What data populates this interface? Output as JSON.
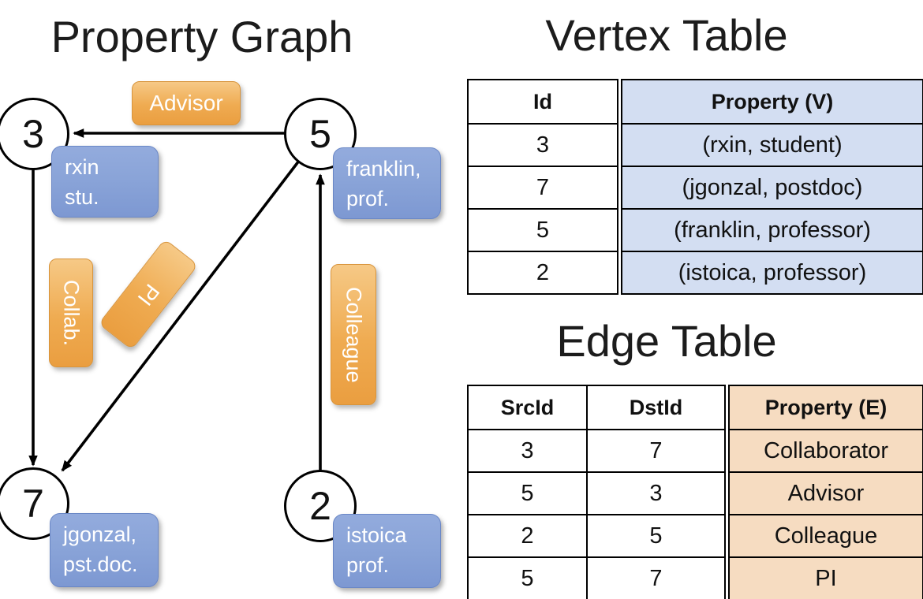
{
  "graph": {
    "title": "Property Graph",
    "nodes": [
      {
        "id": "3",
        "line1": "rxin",
        "line2": "stu."
      },
      {
        "id": "5",
        "line1": "franklin,",
        "line2": "prof."
      },
      {
        "id": "7",
        "line1": "jgonzal,",
        "line2": "pst.doc."
      },
      {
        "id": "2",
        "line1": "istoica",
        "line2": "prof."
      }
    ],
    "edge_labels": {
      "advisor": "Advisor",
      "collab": "Collab.",
      "pi": "PI",
      "colleague": "Colleague"
    }
  },
  "vertex_table": {
    "title": "Vertex Table",
    "col_id": "Id",
    "col_property": "Property (V)",
    "rows": [
      {
        "id": "3",
        "property": "(rxin, student)"
      },
      {
        "id": "7",
        "property": "(jgonzal, postdoc)"
      },
      {
        "id": "5",
        "property": "(franklin, professor)"
      },
      {
        "id": "2",
        "property": "(istoica, professor)"
      }
    ]
  },
  "edge_table": {
    "title": "Edge Table",
    "col_src": "SrcId",
    "col_dst": "DstId",
    "col_property": "Property (E)",
    "rows": [
      {
        "src": "3",
        "dst": "7",
        "property": "Collaborator"
      },
      {
        "src": "5",
        "dst": "3",
        "property": "Advisor"
      },
      {
        "src": "2",
        "dst": "5",
        "property": "Colleague"
      },
      {
        "src": "5",
        "dst": "7",
        "property": "PI"
      }
    ]
  },
  "colors": {
    "edge_label_orange": "#eda24a",
    "vertex_label_blue": "#8aa4d8",
    "vertex_cell_bg": "#d3def2",
    "edge_cell_bg": "#f6dcc1",
    "line_color": "#000000"
  }
}
